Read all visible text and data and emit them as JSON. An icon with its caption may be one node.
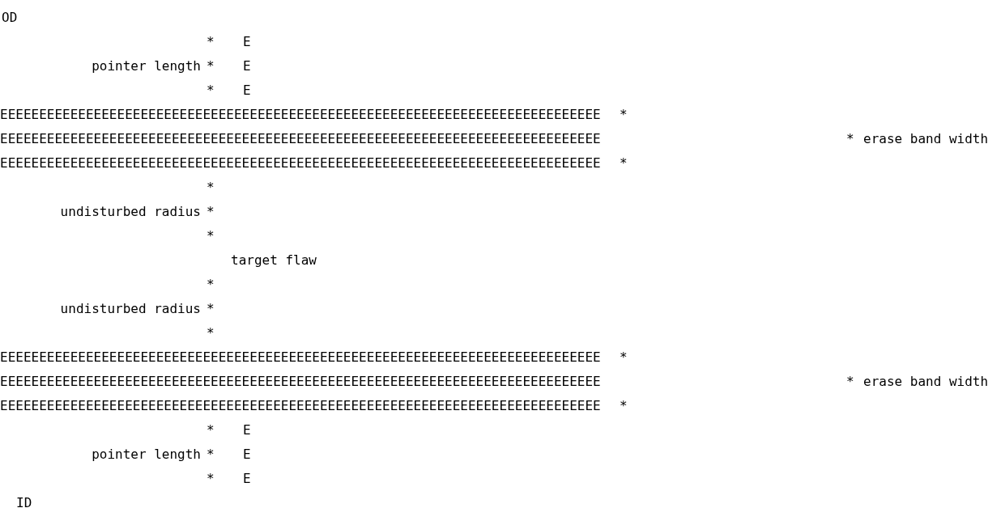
{
  "diagram": {
    "labels": [
      "OD",
      "*",
      "E",
      "pointer length",
      "*",
      "E",
      "*",
      "E",
      "EEEEEEEEEEEEEEEEEEEEEEEEEEEEEEEEEEEEEEEEEEEEEEEEEEEEEEEEEEEEEEEEEEEEEEEEEEEEE",
      "*",
      "EEEEEEEEEEEEEEEEEEEEEEEEEEEEEEEEEEEEEEEEEEEEEEEEEEEEEEEEEEEEEEEEEEEEEEEEEEEEE",
      "*",
      "erase band width",
      "EEEEEEEEEEEEEEEEEEEEEEEEEEEEEEEEEEEEEEEEEEEEEEEEEEEEEEEEEEEEEEEEEEEEEEEEEEEEE",
      "*",
      "*",
      "undisturbed radius",
      "*",
      "*",
      "target flaw",
      "*",
      "undisturbed radius",
      "*",
      "*",
      "EEEEEEEEEEEEEEEEEEEEEEEEEEEEEEEEEEEEEEEEEEEEEEEEEEEEEEEEEEEEEEEEEEEEEEEEEEEEE",
      "*",
      "EEEEEEEEEEEEEEEEEEEEEEEEEEEEEEEEEEEEEEEEEEEEEEEEEEEEEEEEEEEEEEEEEEEEEEEEEEEEE",
      "*",
      "erase band width",
      "EEEEEEEEEEEEEEEEEEEEEEEEEEEEEEEEEEEEEEEEEEEEEEEEEEEEEEEEEEEEEEEEEEEEEEEEEEEEE",
      "*",
      "*",
      "E",
      "pointer length",
      "*",
      "E",
      "*",
      "E",
      "ID"
    ]
  }
}
